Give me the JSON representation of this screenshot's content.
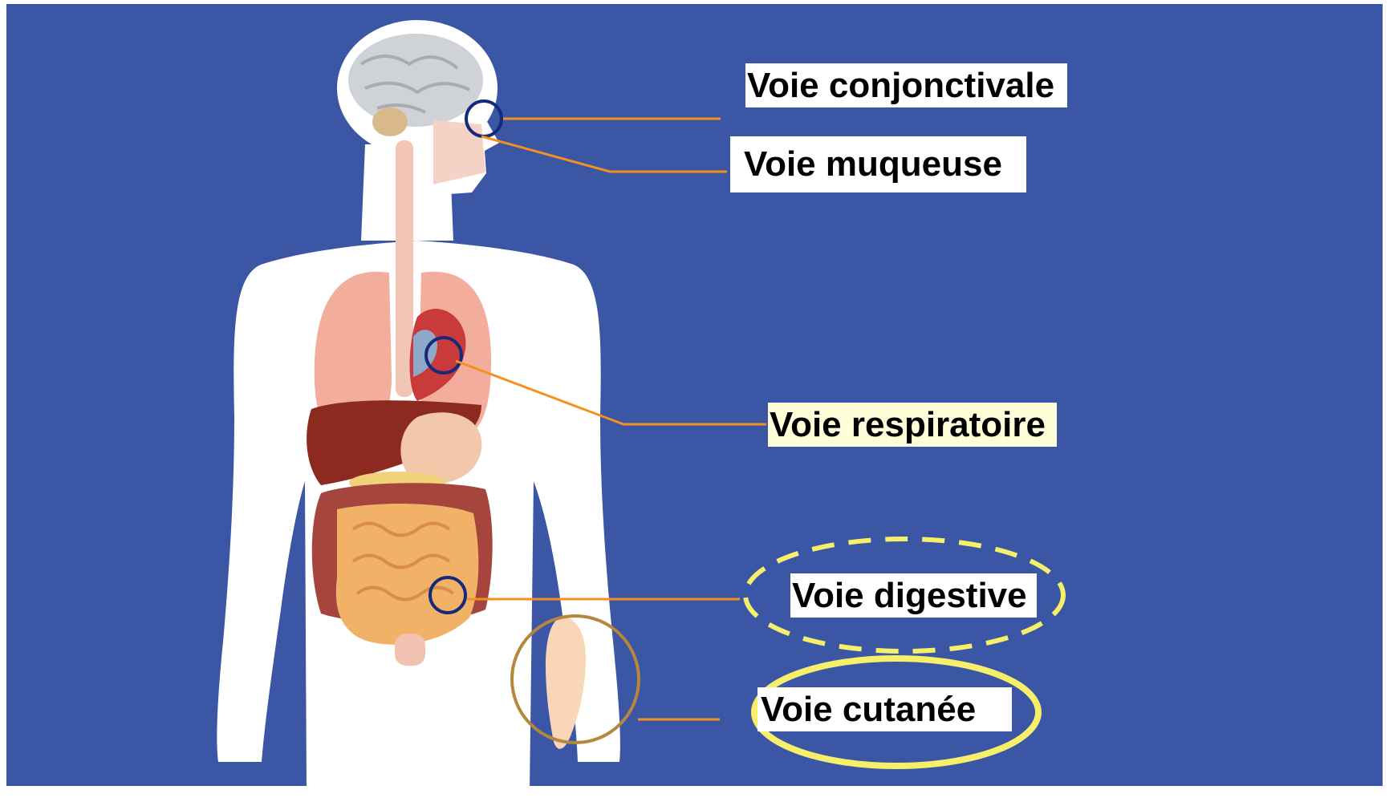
{
  "colors": {
    "background": "#3a56a5",
    "body_silhouette": "#ffffff",
    "leader_line": "#f5901e",
    "marker_circle": "#152a7d",
    "highlight_yellow": "#f6ef6a",
    "respiratory_label_bg": "#fefed8"
  },
  "routes": {
    "conjunctival": {
      "label": "Voie conjonctivale"
    },
    "mucosal": {
      "label": "Voie muqueuse"
    },
    "respiratory": {
      "label": "Voie respiratoire"
    },
    "digestive": {
      "label": "Voie digestive",
      "highlight": "dashed-ellipse"
    },
    "cutaneous": {
      "label": "Voie cutanée",
      "highlight": "solid-ellipse"
    }
  }
}
